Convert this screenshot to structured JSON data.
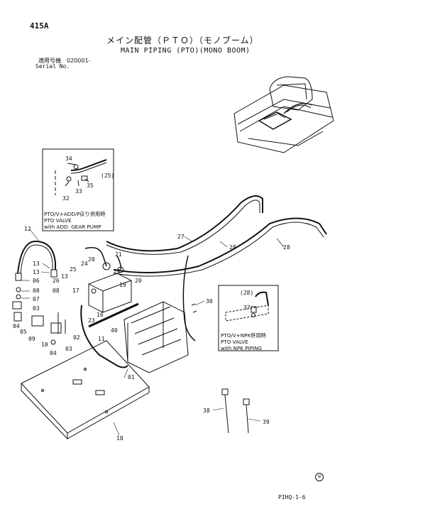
{
  "page_number": "415A",
  "title_jp": "メイン配管（ＰＴＯ）（モノブーム）",
  "title_en": "MAIN PIPING (PTO)(MONO BOOM)",
  "serial_jp": "適用号機　020001-",
  "serial_en": "Serial No.",
  "footer_code": "PIHQ-1-6",
  "footer_mark": "W",
  "inset_top": {
    "note_line1": "PTO/V+ADD/P戻り併用時",
    "note_line2": "PTO VALVE",
    "note_line3": "with ADD. GEAR PUMP",
    "callouts": [
      "34",
      "(25)",
      "35",
      "33",
      "32"
    ]
  },
  "inset_right": {
    "note_line1": "PTO/V+NPK併用時",
    "note_line2": "PTO VALVE",
    "note_line3": "with NPK PIPING",
    "callouts": [
      "(28)",
      "37"
    ]
  },
  "callouts": {
    "c12": "12",
    "c13a": "13",
    "c13b": "13",
    "c06": "06",
    "c08a": "08",
    "c07": "07",
    "c03a": "03",
    "c04a": "04",
    "c05": "05",
    "c09": "09",
    "c10": "10",
    "c04b": "04",
    "c03b": "03",
    "c02": "02",
    "c26": "26",
    "c08b": "08",
    "c13c": "13",
    "c25": "25",
    "c24": "24",
    "c20a": "20",
    "c21": "21",
    "c22": "22",
    "c20b": "20",
    "c19": "19",
    "c17": "17",
    "c16": "16",
    "c23": "23",
    "c40": "40",
    "c11": "11",
    "c01": "01",
    "c18": "18",
    "c27": "27",
    "c28a": "28",
    "c28b": "28",
    "c30": "30",
    "c38": "38",
    "c39": "39"
  }
}
